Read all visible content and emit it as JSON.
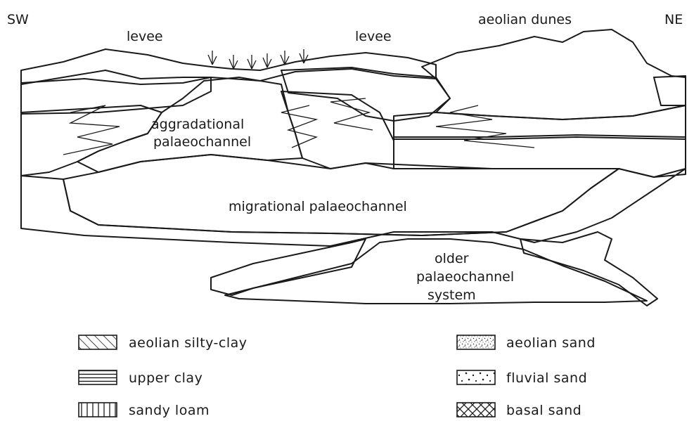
{
  "orientation": {
    "left": "SW",
    "right": "NE"
  },
  "features": {
    "levee_left": "levee",
    "levee_right": "levee",
    "aeolian_dunes": "aeolian dunes",
    "aggradational": [
      "aggradational",
      "palaeochannel"
    ],
    "migrational": "migrational palaeochannel",
    "older": [
      "older",
      "palaeochannel",
      "system"
    ]
  },
  "legend": [
    {
      "pattern": "diagonal-hatch",
      "label": "aeolian silty-clay"
    },
    {
      "pattern": "horizontal-lines",
      "label": "upper clay"
    },
    {
      "pattern": "vertical-lines",
      "label": "sandy loam"
    },
    {
      "pattern": "fine-stipple",
      "label": "aeolian sand"
    },
    {
      "pattern": "coarse-dots",
      "label": "fluvial sand"
    },
    {
      "pattern": "cross-hatch",
      "label": "basal sand"
    }
  ]
}
